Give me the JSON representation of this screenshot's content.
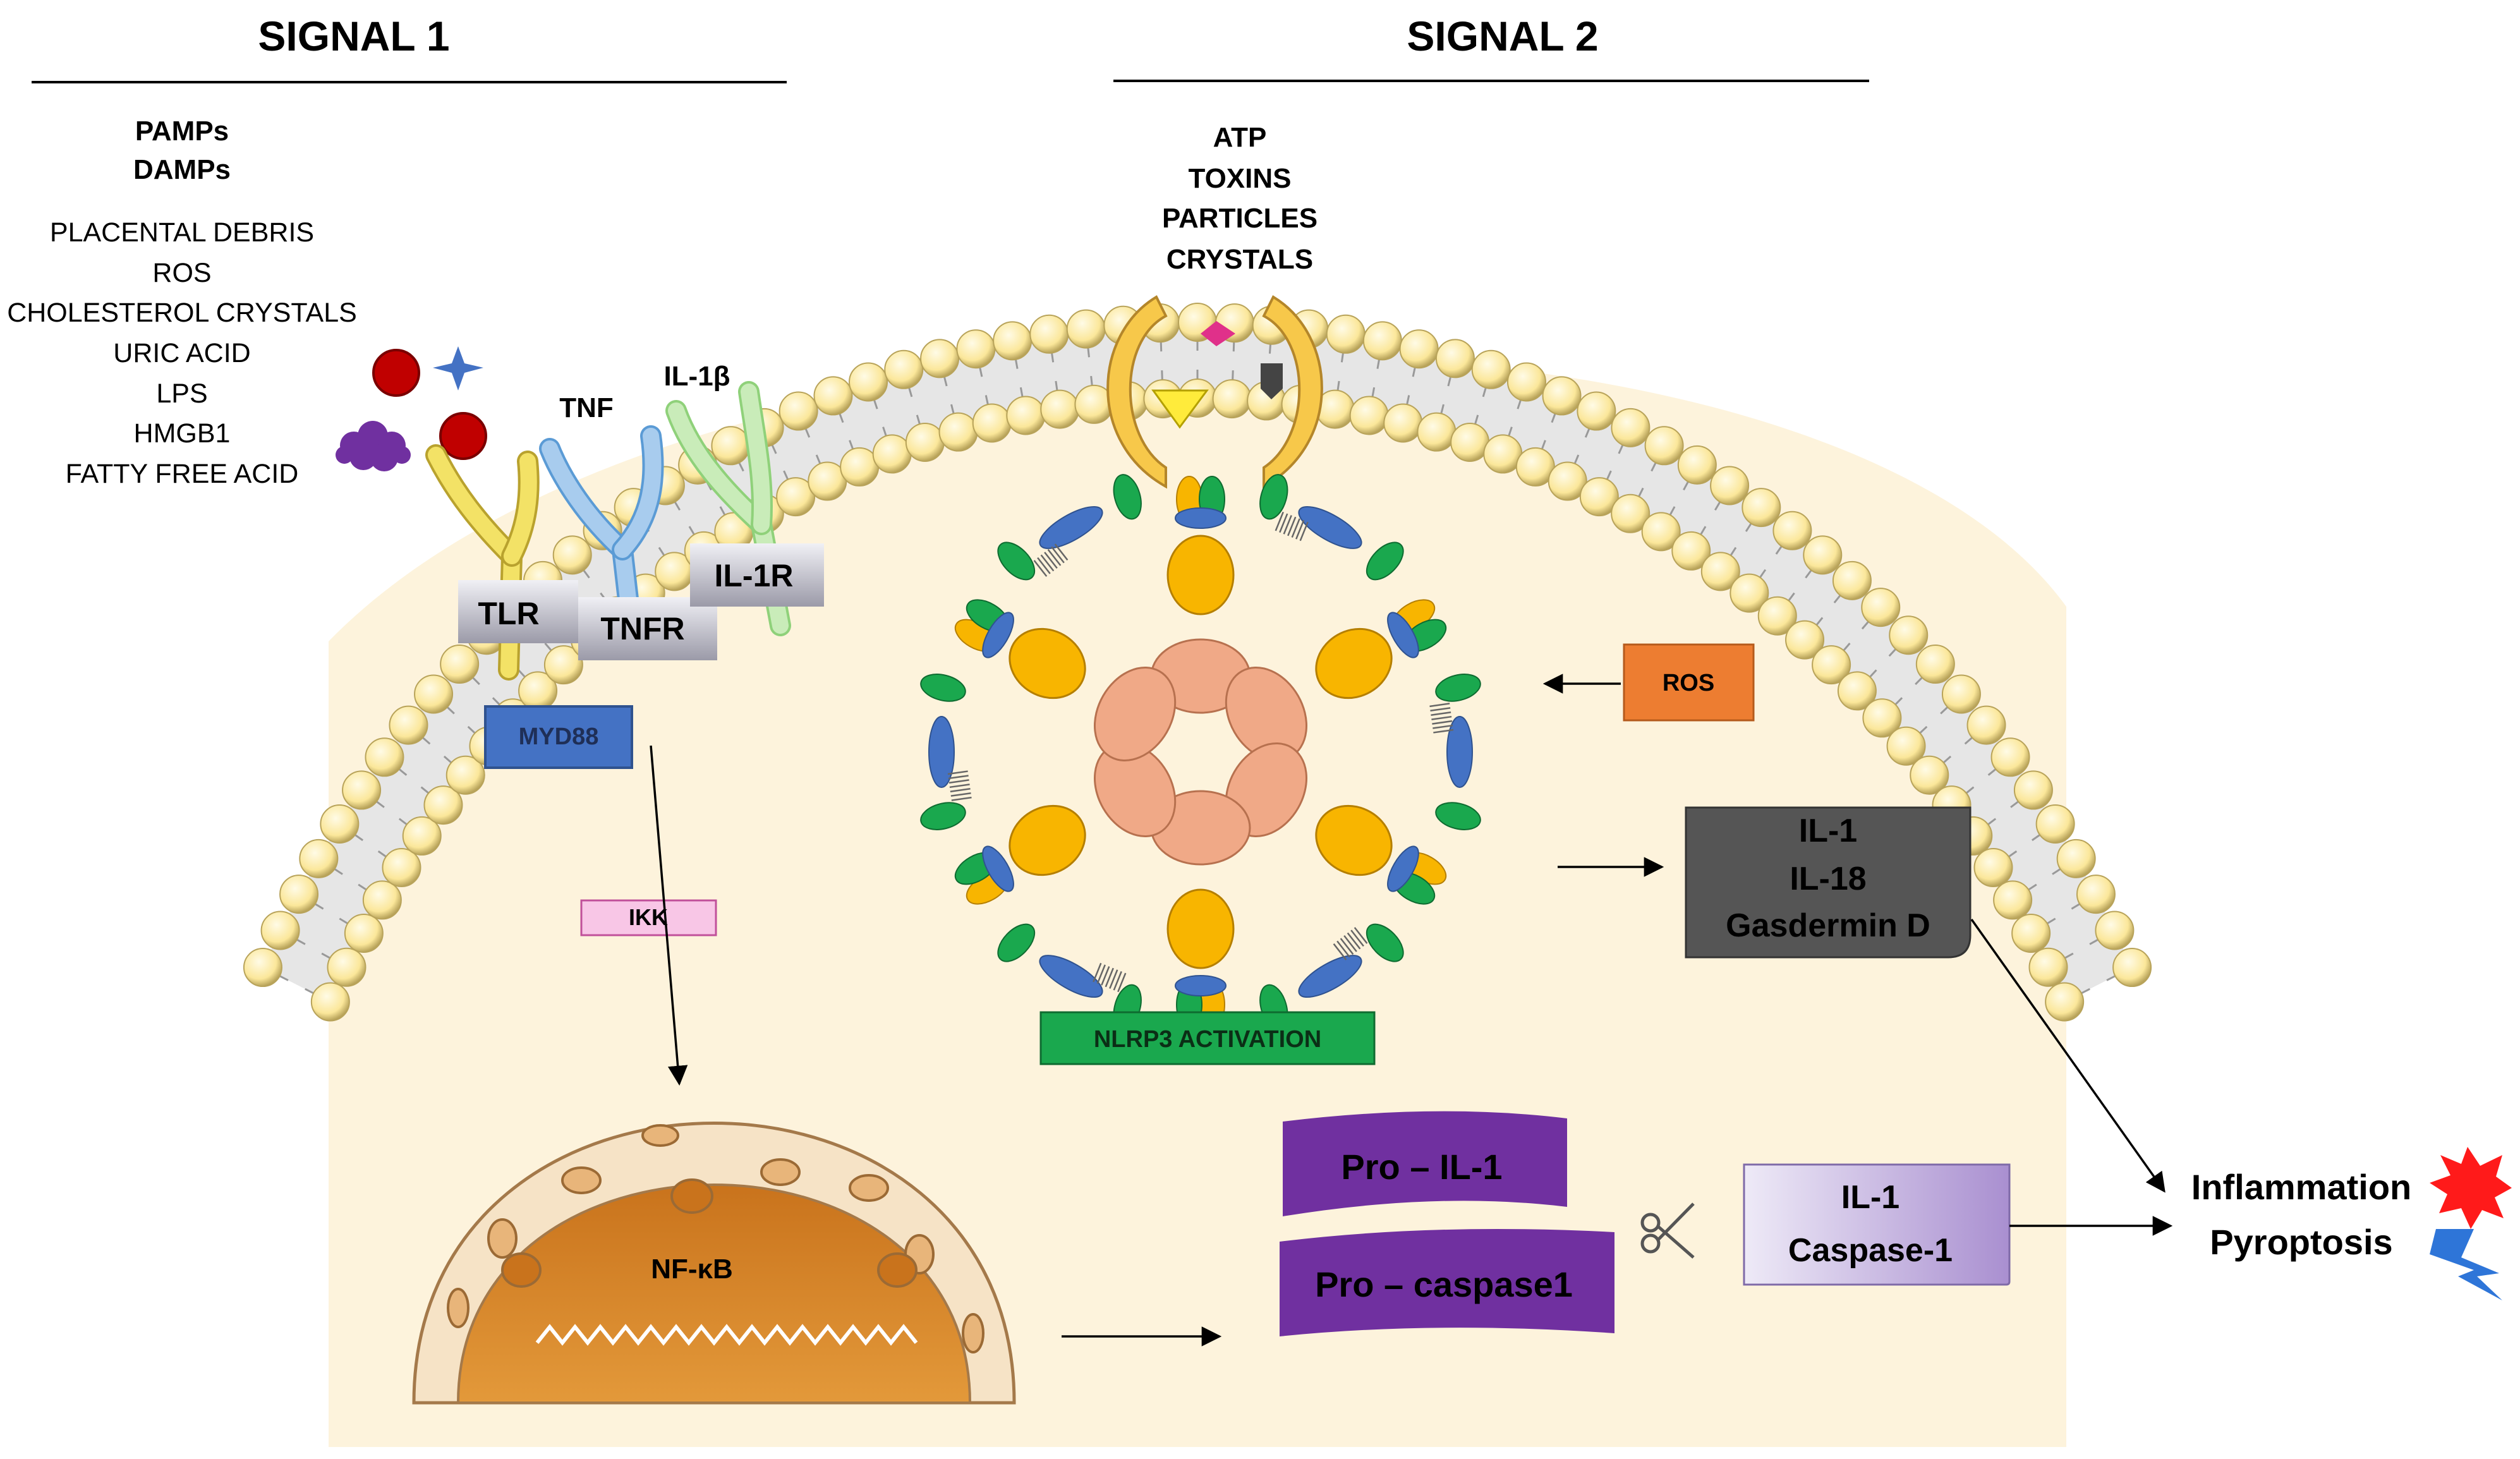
{
  "signal1": {
    "title": "SIGNAL 1",
    "pamps": "PAMPs",
    "damps": "DAMPs",
    "triggers": [
      "PLACENTAL DEBRIS",
      "ROS",
      "CHOLESTEROL CRYSTALS",
      "URIC ACID",
      "LPS",
      "HMGB1",
      "FATTY FREE ACID"
    ],
    "receptors": {
      "tnf": "TNF",
      "il1b": "IL-1β",
      "tlr": "TLR",
      "tnfr": "TNFR",
      "il1r": "IL-1R"
    },
    "myd88": "MYD88",
    "ikk": "IKK",
    "nfkb": "NF-κB"
  },
  "signal2": {
    "title": "SIGNAL 2",
    "triggers": [
      "ATP",
      "TOXINS",
      "PARTICLES",
      "CRYSTALS"
    ],
    "ros": "ROS",
    "nlrp3": "NLRP3 ACTIVATION",
    "products": [
      "IL-1",
      "IL-18",
      "Gasdermin D"
    ],
    "pro_il1": "Pro – IL-1",
    "pro_caspase": "Pro – caspase1",
    "active": [
      "IL-1",
      "Caspase-1"
    ],
    "outcomes": [
      "Inflammation",
      "Pyroptosis"
    ]
  },
  "colors": {
    "cytoplasm": "#fdf3dc",
    "lipid_head": "#fbe79a",
    "myd88": "#4472c4",
    "ros": "#ed7d31",
    "nlrp3_bar": "#1aa84e",
    "dark_box": "#555555",
    "pro_ribbon": "#7030a0",
    "active_box": "#d9cdea",
    "ikk": "#f8c6e6",
    "nucleus": "#d88a2e"
  }
}
